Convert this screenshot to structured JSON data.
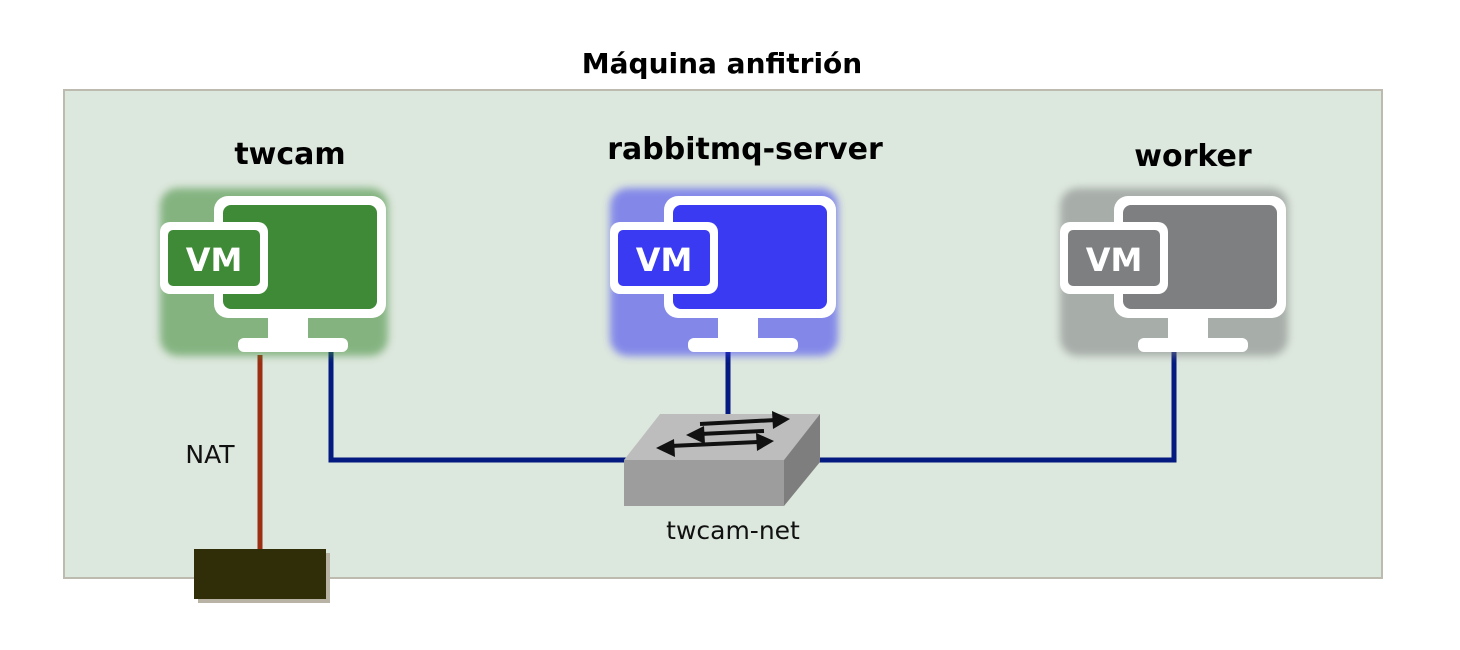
{
  "diagram": {
    "host_title": "Máquina anfitrión",
    "vms": [
      {
        "name": "twcam",
        "badge": "VM",
        "color": "#3e8a36",
        "icon": "vm-monitor-icon"
      },
      {
        "name": "rabbitmq-server",
        "badge": "VM",
        "color": "#3a3af2",
        "icon": "vm-monitor-icon"
      },
      {
        "name": "worker",
        "badge": "VM",
        "color": "#7d7f80",
        "icon": "vm-monitor-icon"
      }
    ],
    "nat_label": "NAT",
    "network_label": "twcam-net",
    "colors": {
      "host_bg": "#dce7dd",
      "host_border": "#bdbab0",
      "net_line": "#041a80",
      "nat_line": "#9c2e12",
      "nat_box": "#2f2e08",
      "switch": "#9d9d9d"
    },
    "icons": {
      "switch": "network-switch-icon",
      "nat_gateway": "nat-gateway-icon"
    }
  }
}
